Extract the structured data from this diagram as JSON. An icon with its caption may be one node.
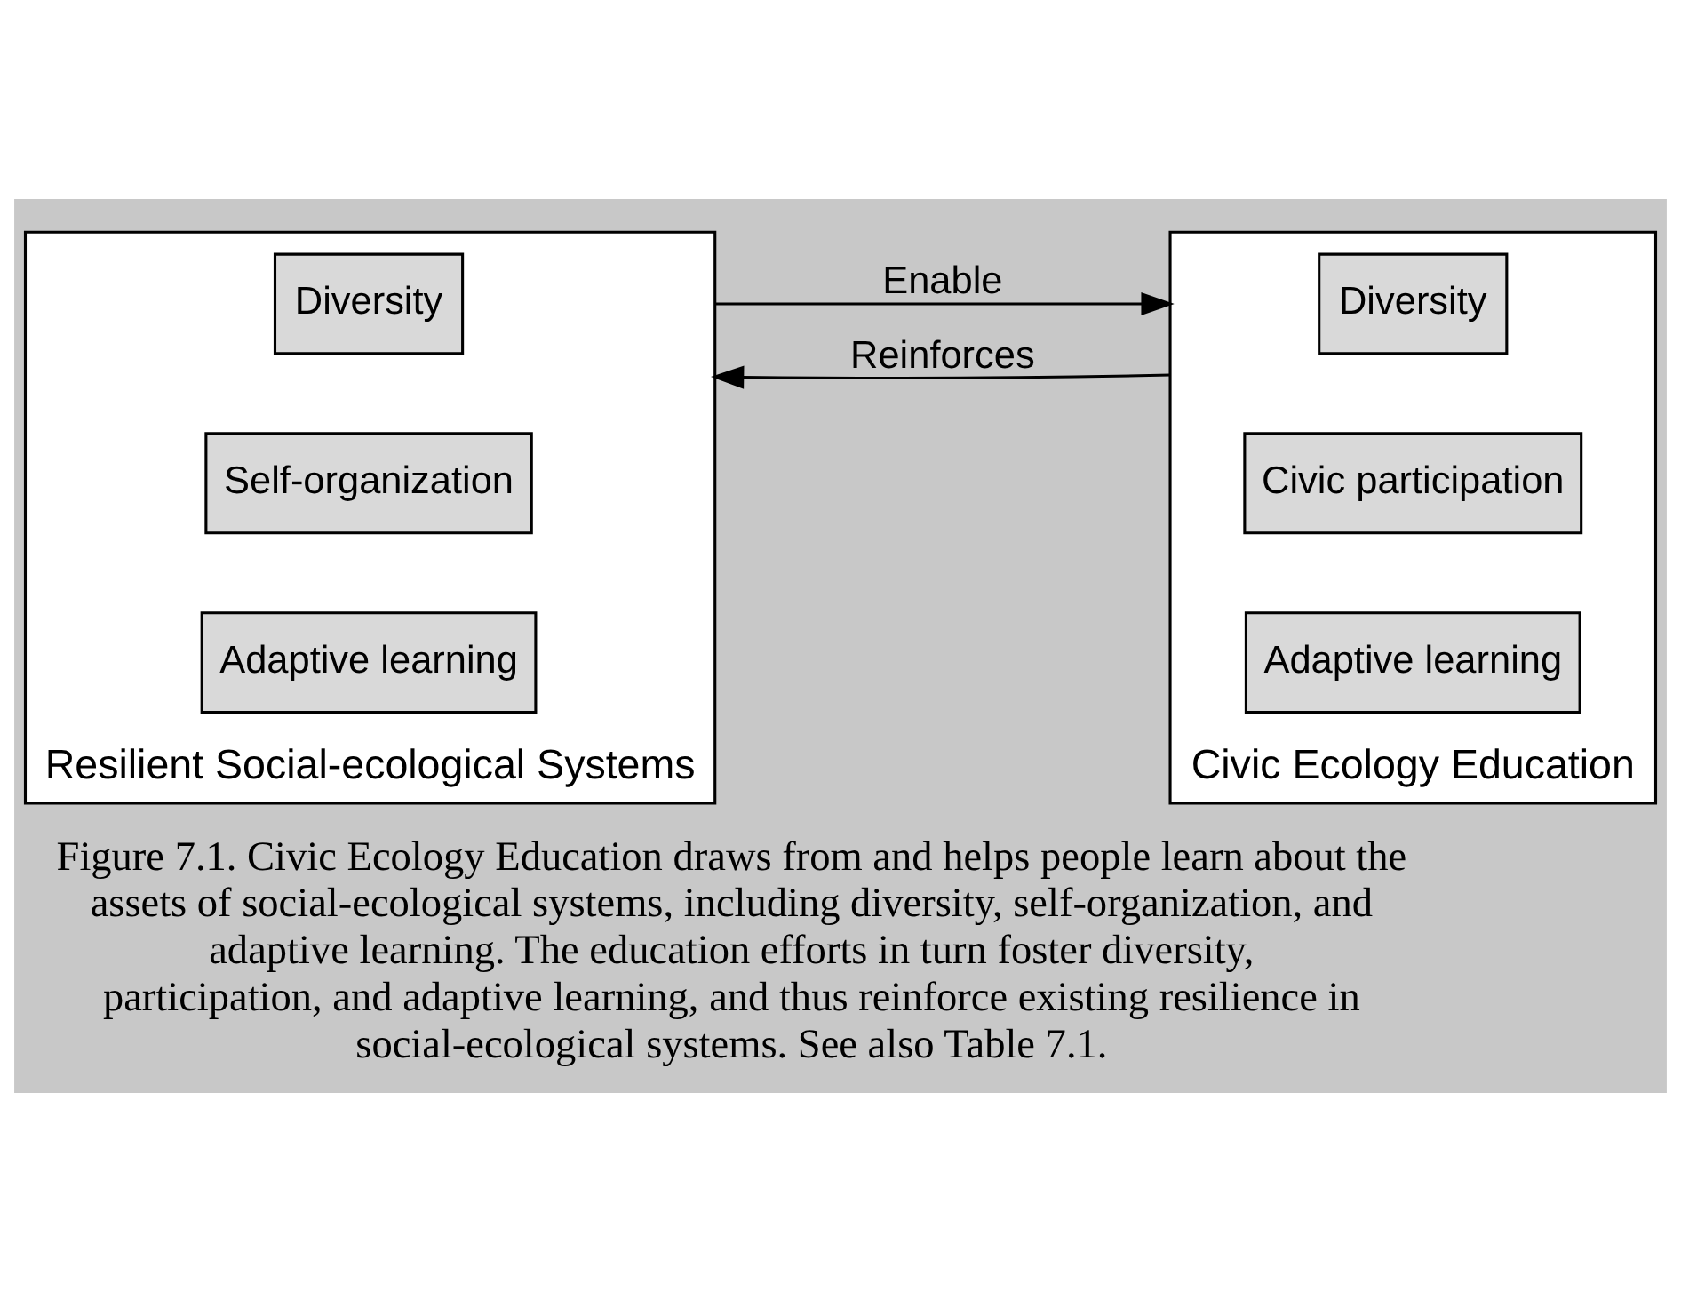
{
  "diagram": {
    "caption": "Figure 7.1. Civic Ecology Education draws from and helps people learn about the assets of social-ecological systems, including diversity, self-organization, and adaptive learning. The education efforts in turn foster diversity, participation, and adaptive learning, and thus reinforce existing resilience in social-ecological systems. See also Table 7.1.",
    "nodes": [
      {
        "text": [
          "Resilient Social-ecological Systems"
        ]
      },
      {
        "text": [
          "Diversity"
        ],
        "in": 0
      },
      {
        "text": [
          "Self-organization"
        ],
        "in": 0
      },
      {
        "text": [
          "Adaptive learning"
        ],
        "in": 0
      },
      {
        "text": [
          "Civic Ecology Education"
        ]
      },
      {
        "text": [
          "Diversity"
        ],
        "in": 4
      },
      {
        "text": [
          "Civic participation"
        ],
        "in": 4
      },
      {
        "text": [
          "Adaptive learning"
        ],
        "in": 4
      }
    ],
    "edges": [
      {
        "from": 0,
        "to": 4,
        "arrow": "to",
        "label": "Enable"
      },
      {
        "from": 4,
        "to": 0,
        "arrow": "to",
        "label": "Reinforces"
      }
    ]
  }
}
